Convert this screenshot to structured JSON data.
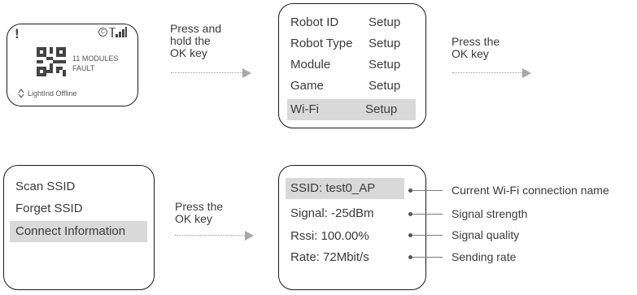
{
  "status_screen": {
    "alert": "!",
    "module_text": "11 MODULES",
    "fault_text": "FAULT",
    "footer": "LightInd Offline",
    "icons": [
      "exclamation-icon",
      "copyright-icon",
      "antenna-icon",
      "signal-bars-icon",
      "qr-code-icon",
      "up-down-arrow-icon"
    ]
  },
  "step1_label": "Press and\nhold the\nOK key",
  "step2_label": "Press the\nOK key",
  "step3_label": "Press the\nOK key",
  "main_menu": {
    "items": [
      {
        "name": "Robot ID",
        "action": "Setup"
      },
      {
        "name": "Robot Type",
        "action": "Setup"
      },
      {
        "name": "Module",
        "action": "Setup"
      },
      {
        "name": "Game",
        "action": "Setup"
      },
      {
        "name": "Wi-Fi",
        "action": "Setup"
      }
    ],
    "highlighted": "Wi-Fi"
  },
  "wifi_menu": {
    "items": [
      "Scan SSID",
      "Forget SSID",
      "Connect Information"
    ],
    "highlighted": "Connect Information"
  },
  "connection_info": {
    "rows": [
      {
        "text": "SSID: test0_AP",
        "annotation": "Current Wi-Fi connection name"
      },
      {
        "text": "Signal: -25dBm",
        "annotation": "Signal strength"
      },
      {
        "text": "Rssi: 100.00%",
        "annotation": "Signal quality"
      },
      {
        "text": "Rate: 72Mbit/s",
        "annotation": "Sending rate"
      }
    ],
    "highlighted": "SSID: test0_AP"
  },
  "colors": {
    "highlight": "#d9d9d9",
    "border": "#1a1a1a",
    "text": "#3a3a3a",
    "arrow": "#a8a8a8"
  }
}
